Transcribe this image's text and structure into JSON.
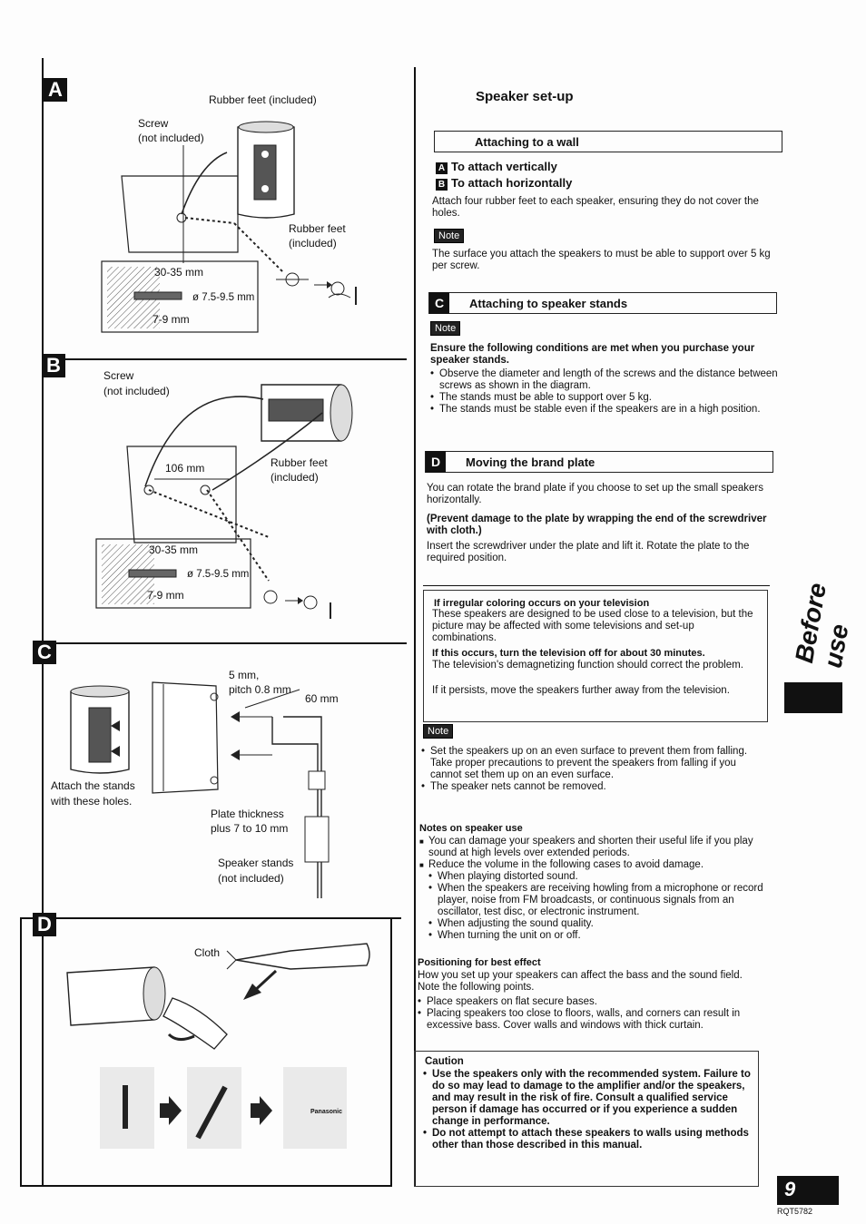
{
  "panels": {
    "A": {
      "letter": "A",
      "rubber_feet_top": "Rubber feet (included)",
      "screw": "Screw",
      "screw_sub": "(not included)",
      "rubber_feet_side": "Rubber feet",
      "rubber_feet_side_sub": "(included)",
      "dim_depth": "30-35 mm",
      "dim_dia": "ø 7.5-9.5 mm",
      "dim_head": "7-9 mm"
    },
    "B": {
      "letter": "B",
      "screw": "Screw",
      "screw_sub": "(not included)",
      "spacing": "106 mm",
      "rubber_feet": "Rubber feet",
      "rubber_feet_sub": "(included)",
      "dim_depth": "30-35 mm",
      "dim_dia": "ø 7.5-9.5 mm",
      "dim_head": "7-9 mm"
    },
    "C": {
      "letter": "C",
      "screw_dim": "5 mm,",
      "pitch": "pitch 0.8 mm",
      "length": "60 mm",
      "attach1": "Attach the stands",
      "attach2": "with these holes.",
      "plate1": "Plate thickness",
      "plate2": "plus 7 to 10 mm",
      "stands1": "Speaker stands",
      "stands2": "(not included)"
    },
    "D": {
      "letter": "D",
      "cloth": "Cloth",
      "brand": "Panasonic"
    }
  },
  "right": {
    "title": "Speaker set-up",
    "wall_header": "Attaching to a wall",
    "vert_icon": "A",
    "vertical": "To attach vertically",
    "horiz_icon": "B",
    "horizontal": "To attach horizontally",
    "feet_text": "Attach four rubber feet to each speaker, ensuring they do not cover the holes.",
    "note_label": "Note",
    "surface_text": "The surface you attach the speakers to must be able to support over 5 kg per screw.",
    "stands_icon": "C",
    "stands_header": "Attaching to speaker stands",
    "stands_bold": "Ensure the following conditions are met when you purchase your speaker stands.",
    "stands_b1": "Observe the diameter and length of the screws and the distance between screws as shown in the diagram.",
    "stands_b2": "The stands must be able to support over 5 kg.",
    "stands_b3": "The stands must be stable even if the speakers are in a high position.",
    "brand_icon": "D",
    "brand_header": "Moving the brand plate",
    "brand_text": "You can rotate the brand plate if you choose to set up the small speakers horizontally.",
    "brand_bold": "(Prevent damage to the plate by wrapping the end of the screwdriver with cloth.)",
    "brand_text2": "Insert the screwdriver under the plate and lift it. Rotate the plate to the required position.",
    "tv_title": "If irregular coloring occurs on your television",
    "tv_text": "These speakers are designed to be used close to a television, but the picture may be affected with some televisions and set-up combinations.",
    "tv_bold": "If this occurs, turn the television off for about 30 minutes.",
    "tv_text2": "The television's demagnetizing function should correct the problem.",
    "tv_text3": "If it persists, move the speakers further away from the television.",
    "note2_b1": "Set the speakers up on an even surface to prevent them from falling. Take proper precautions to prevent the speakers from falling if you cannot set them up on an even surface.",
    "note2_b2": "The speaker nets cannot be removed.",
    "notes_title": "Notes on speaker use",
    "notes_s1": "You can damage your speakers and shorten their useful life if you play sound at high levels over extended periods.",
    "notes_s2": "Reduce the volume in the following cases to avoid damage.",
    "notes_sb1": "When playing distorted sound.",
    "notes_sb2": "When the speakers are receiving howling from a microphone or record player, noise from FM broadcasts, or continuous signals from an oscillator, test disc, or electronic instrument.",
    "notes_sb3": "When adjusting the sound quality.",
    "notes_sb4": "When turning the unit on or off.",
    "pos_title": "Positioning for best effect",
    "pos_text": "How you set up your speakers can affect the bass and the sound field. Note the following points.",
    "pos_b1": "Place speakers on flat secure bases.",
    "pos_b2": "Placing speakers too close to floors, walls, and corners can result in excessive bass. Cover walls and windows with thick curtain.",
    "caution_title": "Caution",
    "caution_b1": "Use the speakers only with the recommended system. Failure to do so may lead to damage to the amplifier and/or the speakers, and may result in the risk of fire. Consult a qualified service person if damage has occurred or if you experience a sudden change in performance.",
    "caution_b2": "Do not attempt to attach these speakers to walls using methods other than those described in this manual.",
    "side_tab": "Before use",
    "page_number": "9",
    "doc_code": "RQT5782"
  }
}
